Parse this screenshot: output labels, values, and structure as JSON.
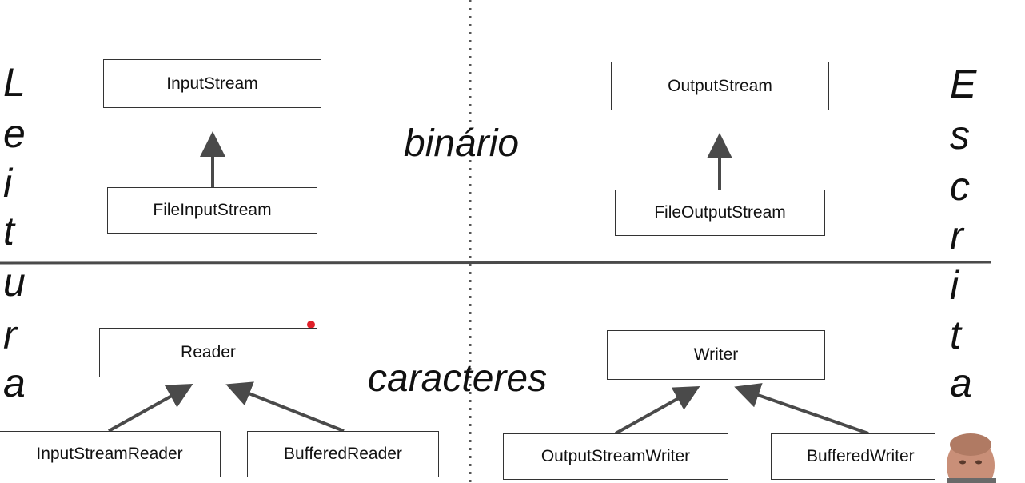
{
  "left_title_letters": [
    "L",
    "e",
    "i",
    "t",
    "u",
    "r",
    "a"
  ],
  "right_title_letters": [
    "E",
    "s",
    "c",
    "r",
    "i",
    "t",
    "a"
  ],
  "sections": {
    "top": "binário",
    "bottom": "caracteres"
  },
  "boxes": {
    "input_stream": "InputStream",
    "file_input_stream": "FileInputStream",
    "output_stream": "OutputStream",
    "file_output_stream": "FileOutputStream",
    "reader": "Reader",
    "input_stream_reader": "InputStreamReader",
    "buffered_reader": "BufferedReader",
    "writer": "Writer",
    "output_stream_writer": "OutputStreamWriter",
    "buffered_writer": "BufferedWriter"
  },
  "colors": {
    "line": "#4a4a4a",
    "laser_dot": "#e0202a"
  }
}
